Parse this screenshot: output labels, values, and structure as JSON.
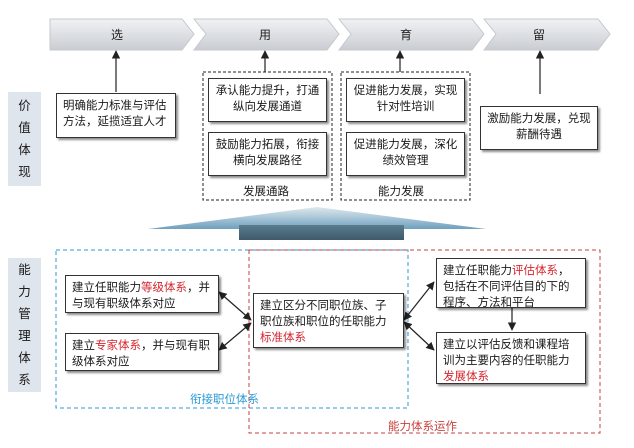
{
  "sidebar": {
    "value": [
      "价",
      "值",
      "体",
      "现"
    ],
    "management": [
      "能",
      "力",
      "管",
      "理",
      "体",
      "系"
    ]
  },
  "phases": [
    "选",
    "用",
    "育",
    "留"
  ],
  "value_row": {
    "select": "明确能力标准与评估方法，延揽适宜人才",
    "use_1": "承认能力提升，打通纵向发展通道",
    "use_2": "鼓励能力拓展，衔接横向发展路径",
    "use_caption": "发展通路",
    "grow_1": "促进能力发展，实现针对性培训",
    "grow_2": "促进能力发展，深化绩效管理",
    "grow_caption": "能力发展",
    "retain": "激励能力发展，兑现薪酬待遇"
  },
  "mgmt": {
    "grade_a": "建立任职能力",
    "grade_hl": "等级体系",
    "grade_b": "，并与现有职级体系对应",
    "expert_a": "建立",
    "expert_hl": "专家体系",
    "expert_b": "，并与现有职级体系对应",
    "center_a": "建立区分不同职位族、子职位族和职位的任职能力",
    "center_hl": "标准体系",
    "eval_a": "建立任职能力",
    "eval_hl": "评估体系",
    "eval_b": "，包括在不同评估目的下的程序、方法和平台",
    "dev_a": "建立以评估反馈和课程培训为主要内容的任职能力",
    "dev_hl": "发展体系",
    "blue_caption": "衔接职位体系",
    "red_caption": "能力体系运作"
  },
  "colors": {
    "sidebar_bg": "#dfe5ed",
    "phase_bar": "#d4d8dd",
    "blue_dash": "#2a9ad4",
    "red_dash": "#c8423c",
    "highlight": "#d6262e"
  }
}
